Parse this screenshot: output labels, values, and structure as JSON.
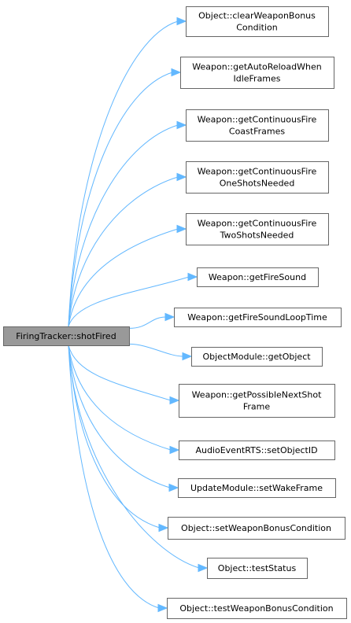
{
  "graph": {
    "root": {
      "lines": [
        "FiringTracker::shotFired"
      ]
    },
    "callees": [
      {
        "lines": [
          "Object::clearWeaponBonus",
          "Condition"
        ]
      },
      {
        "lines": [
          "Weapon::getAutoReloadWhen",
          "IdleFrames"
        ]
      },
      {
        "lines": [
          "Weapon::getContinuousFire",
          "CoastFrames"
        ]
      },
      {
        "lines": [
          "Weapon::getContinuousFire",
          "OneShotsNeeded"
        ]
      },
      {
        "lines": [
          "Weapon::getContinuousFire",
          "TwoShotsNeeded"
        ]
      },
      {
        "lines": [
          "Weapon::getFireSound"
        ]
      },
      {
        "lines": [
          "Weapon::getFireSoundLoopTime"
        ]
      },
      {
        "lines": [
          "ObjectModule::getObject"
        ]
      },
      {
        "lines": [
          "Weapon::getPossibleNextShot",
          "Frame"
        ]
      },
      {
        "lines": [
          "AudioEventRTS::setObjectID"
        ]
      },
      {
        "lines": [
          "UpdateModule::setWakeFrame"
        ]
      },
      {
        "lines": [
          "Object::setWeaponBonusCondition"
        ]
      },
      {
        "lines": [
          "Object::testStatus"
        ]
      },
      {
        "lines": [
          "Object::testWeaponBonusCondition"
        ]
      }
    ],
    "colors": {
      "edge": "#63b8ff",
      "root_fill": "#999999",
      "node_border": "#666666"
    }
  }
}
